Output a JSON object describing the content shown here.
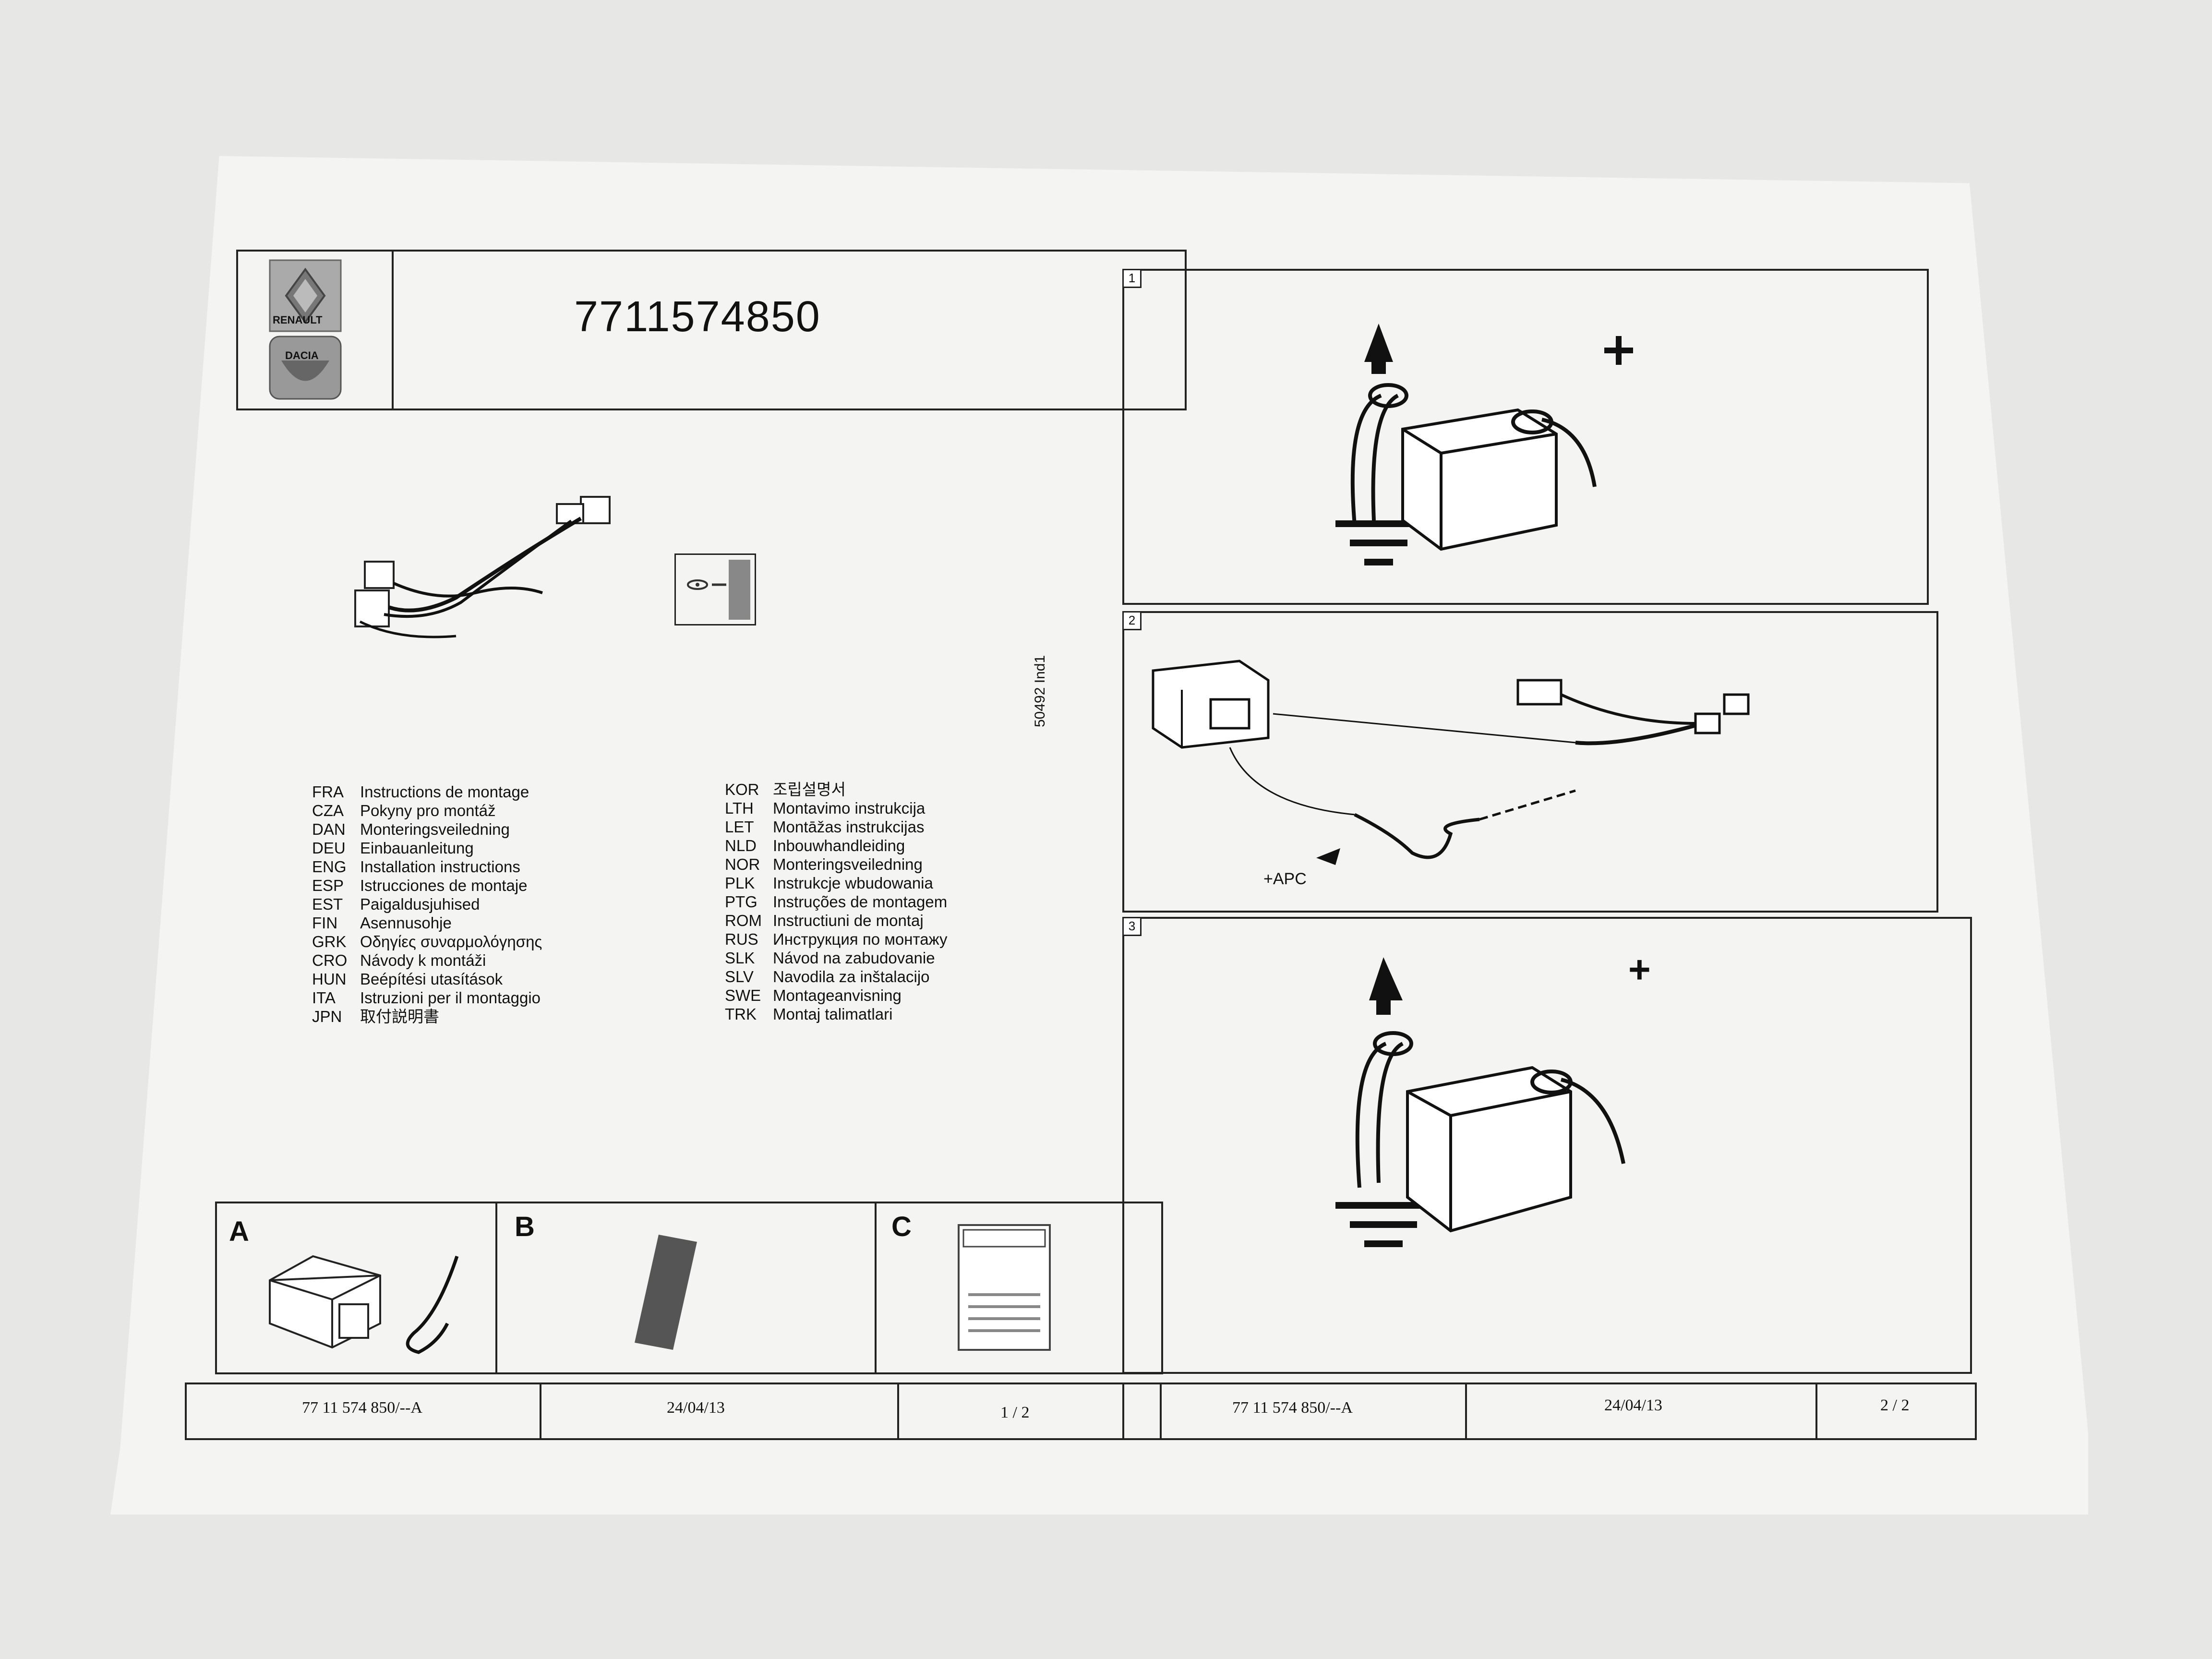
{
  "document": {
    "part_number": "7711574850",
    "brands": [
      "RENAULT",
      "DACIA"
    ],
    "reference_code": "50492 Ind1",
    "languages_left": [
      {
        "code": "FRA",
        "text": "Instructions de montage"
      },
      {
        "code": "CZA",
        "text": "Pokyny pro montáž"
      },
      {
        "code": "DAN",
        "text": "Monteringsveiledning"
      },
      {
        "code": "DEU",
        "text": "Einbauanleitung"
      },
      {
        "code": "ENG",
        "text": "Installation instructions"
      },
      {
        "code": "ESP",
        "text": "Istrucciones de montaje"
      },
      {
        "code": "EST",
        "text": "Paigaldusjuhised"
      },
      {
        "code": "FIN",
        "text": "Asennusohje"
      },
      {
        "code": "GRK",
        "text": "Οδηγίες συναρμολόγησης"
      },
      {
        "code": "CRO",
        "text": "Návody k montáži"
      },
      {
        "code": "HUN",
        "text": "Beépítési utasítások"
      },
      {
        "code": "ITA",
        "text": "Istruzioni per il montaggio"
      },
      {
        "code": "JPN",
        "text": "取付説明書"
      }
    ],
    "languages_right": [
      {
        "code": "KOR",
        "text": "조립설명서"
      },
      {
        "code": "LTH",
        "text": "Montavimo instrukcija"
      },
      {
        "code": "LET",
        "text": "Montāžas instrukcijas"
      },
      {
        "code": "NLD",
        "text": "Inbouwhandleiding"
      },
      {
        "code": "NOR",
        "text": "Monteringsveiledning"
      },
      {
        "code": "PLK",
        "text": "Instrukcje wbudowania"
      },
      {
        "code": "PTG",
        "text": "Instruções de montagem"
      },
      {
        "code": "ROM",
        "text": "Instructiuni de montaj"
      },
      {
        "code": "RUS",
        "text": "Инструкция по монтажу"
      },
      {
        "code": "SLK",
        "text": "Návod na zabudovanie"
      },
      {
        "code": "SLV",
        "text": "Navodila za inštalacijo"
      },
      {
        "code": "SWE",
        "text": "Montageanvisning"
      },
      {
        "code": "TRK",
        "text": "Montaj talimatlari"
      }
    ],
    "parts": [
      {
        "letter": "A"
      },
      {
        "letter": "B"
      },
      {
        "letter": "C"
      }
    ],
    "footer_left": {
      "ref": "77 11 574 850/--A",
      "date": "24/04/13",
      "page": "1 / 2"
    },
    "footer_right": {
      "ref": "77 11 574 850/--A",
      "date": "24/04/13",
      "page": "2 / 2"
    },
    "steps": [
      {
        "number": "1",
        "plus_label": "+"
      },
      {
        "number": "2",
        "apc_label": "+APC"
      },
      {
        "number": "3",
        "plus_label": "+"
      }
    ]
  }
}
